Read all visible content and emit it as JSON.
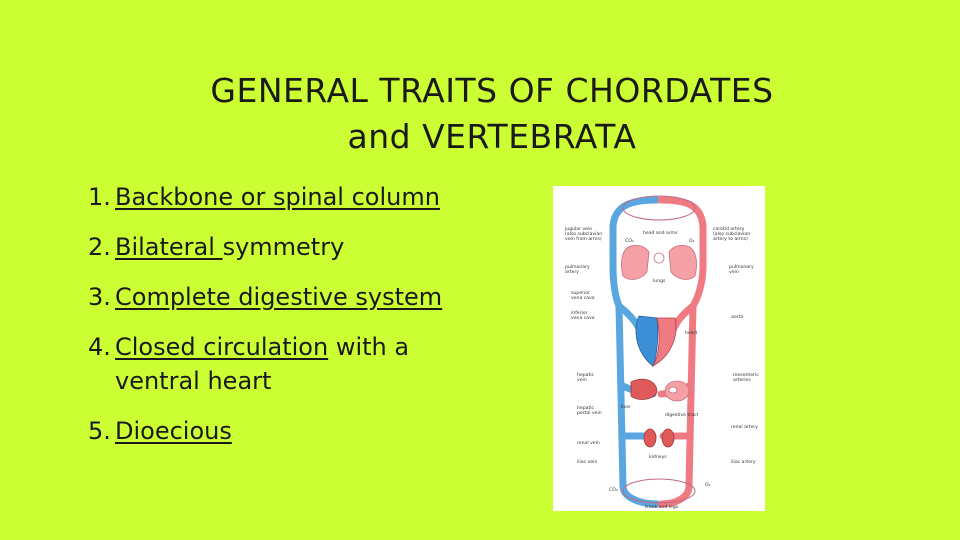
{
  "title": {
    "line1": "GENERAL TRAITS OF CHORDATES",
    "line2": "and VERTEBRATA"
  },
  "items": [
    {
      "num": "1.",
      "parts": [
        {
          "text": "Backbone or spinal column",
          "underline": true
        }
      ]
    },
    {
      "num": "2.",
      "parts": [
        {
          "text": "Bilateral ",
          "underline": true
        },
        {
          "text": "symmetry",
          "underline": false
        }
      ]
    },
    {
      "num": "3.",
      "parts": [
        {
          "text": "Complete digestive system",
          "underline": true
        }
      ]
    },
    {
      "num": "4.",
      "parts": [
        {
          "text": "Closed circulation",
          "underline": true
        },
        {
          "text": " with a ventral heart",
          "underline": false
        }
      ]
    },
    {
      "num": "5.",
      "parts": [
        {
          "text": "Dioecious",
          "underline": true
        }
      ]
    }
  ],
  "diagram": {
    "labels": {
      "jugular": [
        "jugular vein",
        "(also subclavian",
        "vein from arms)"
      ],
      "head": "head and arms",
      "carotid": [
        "carotid artery",
        "(also subclavian",
        "artery to arms)"
      ],
      "co2_top": "CO₂",
      "o2_top": "O₂",
      "pulm_artery": [
        "pulmonary",
        "artery"
      ],
      "lungs": "lungs",
      "pulm_vein": [
        "pulmonary",
        "vein"
      ],
      "sup_vc": [
        "superior",
        "vena cava"
      ],
      "inf_vc": [
        "inferior",
        "vena cava"
      ],
      "aorta": "aorta",
      "heart": "heart",
      "hepatic_vein": [
        "hepatic",
        "vein"
      ],
      "mesenteric": [
        "mesenteric",
        "arteries"
      ],
      "hepatic_portal": [
        "hepatic",
        "portal vein"
      ],
      "liver": "liver",
      "digestive": "digestive tract",
      "renal_vein": "renal vein",
      "renal_artery": "renal artery",
      "kidneys": "kidneys",
      "iliac_vein": "iliac vein",
      "iliac_artery": "iliac artery",
      "co2_bottom": "CO₂",
      "o2_bottom": "O₂",
      "trunk": "trunk and legs"
    },
    "colors": {
      "vein": "#5aa6e0",
      "artery": "#f07a82",
      "organ": "#f4a0a4",
      "heart_blue": "#3d8fd6"
    }
  }
}
